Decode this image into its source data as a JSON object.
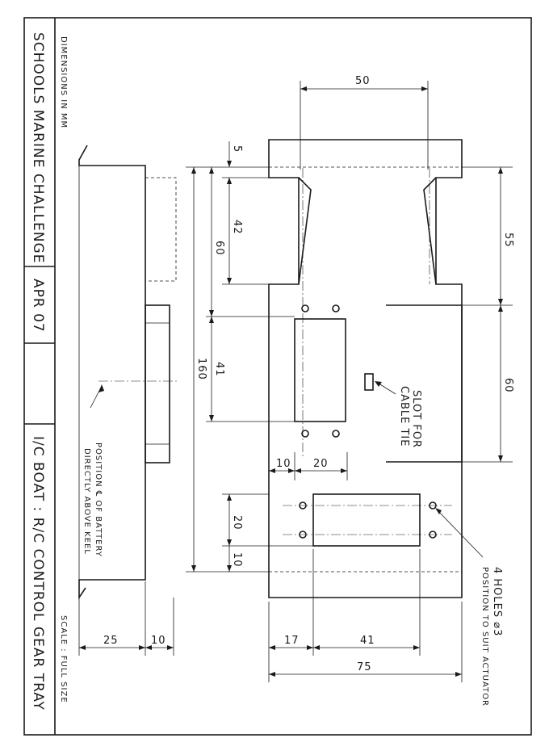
{
  "title_block": {
    "units_note": "DIMENSIONS IN MM",
    "project": "SCHOOLS MARINE CHALLENGE",
    "date": "APR 07",
    "title": "I/C BOAT : R/C CONTROL GEAR TRAY",
    "scale": "SCALE : FULL SIZE"
  },
  "side_view": {
    "note_line1": "POSITION ℄ OF BATTERY",
    "note_line2": "DIRECTLY ABOVE KEEL",
    "dim_25": "25",
    "dim_10": "10"
  },
  "plan_view": {
    "dim_top_50": "50",
    "dim_5": "5",
    "dim_42": "42",
    "dim_60_left": "60",
    "dim_160": "160",
    "dim_41_left": "41",
    "dim_10_a": "10",
    "dim_20_a": "20",
    "dim_20_b": "20",
    "dim_10_b": "10",
    "dim_55": "55",
    "dim_60_right": "60",
    "dim_17": "17",
    "dim_41_bottom": "41",
    "dim_75": "75",
    "slot_note_line1": "SLOT FOR",
    "slot_note_line2": "CABLE TIE",
    "holes_note_line1": "4 HOLES ⌀3",
    "holes_note_line2": "POSITION TO SUIT ACTUATOR"
  }
}
